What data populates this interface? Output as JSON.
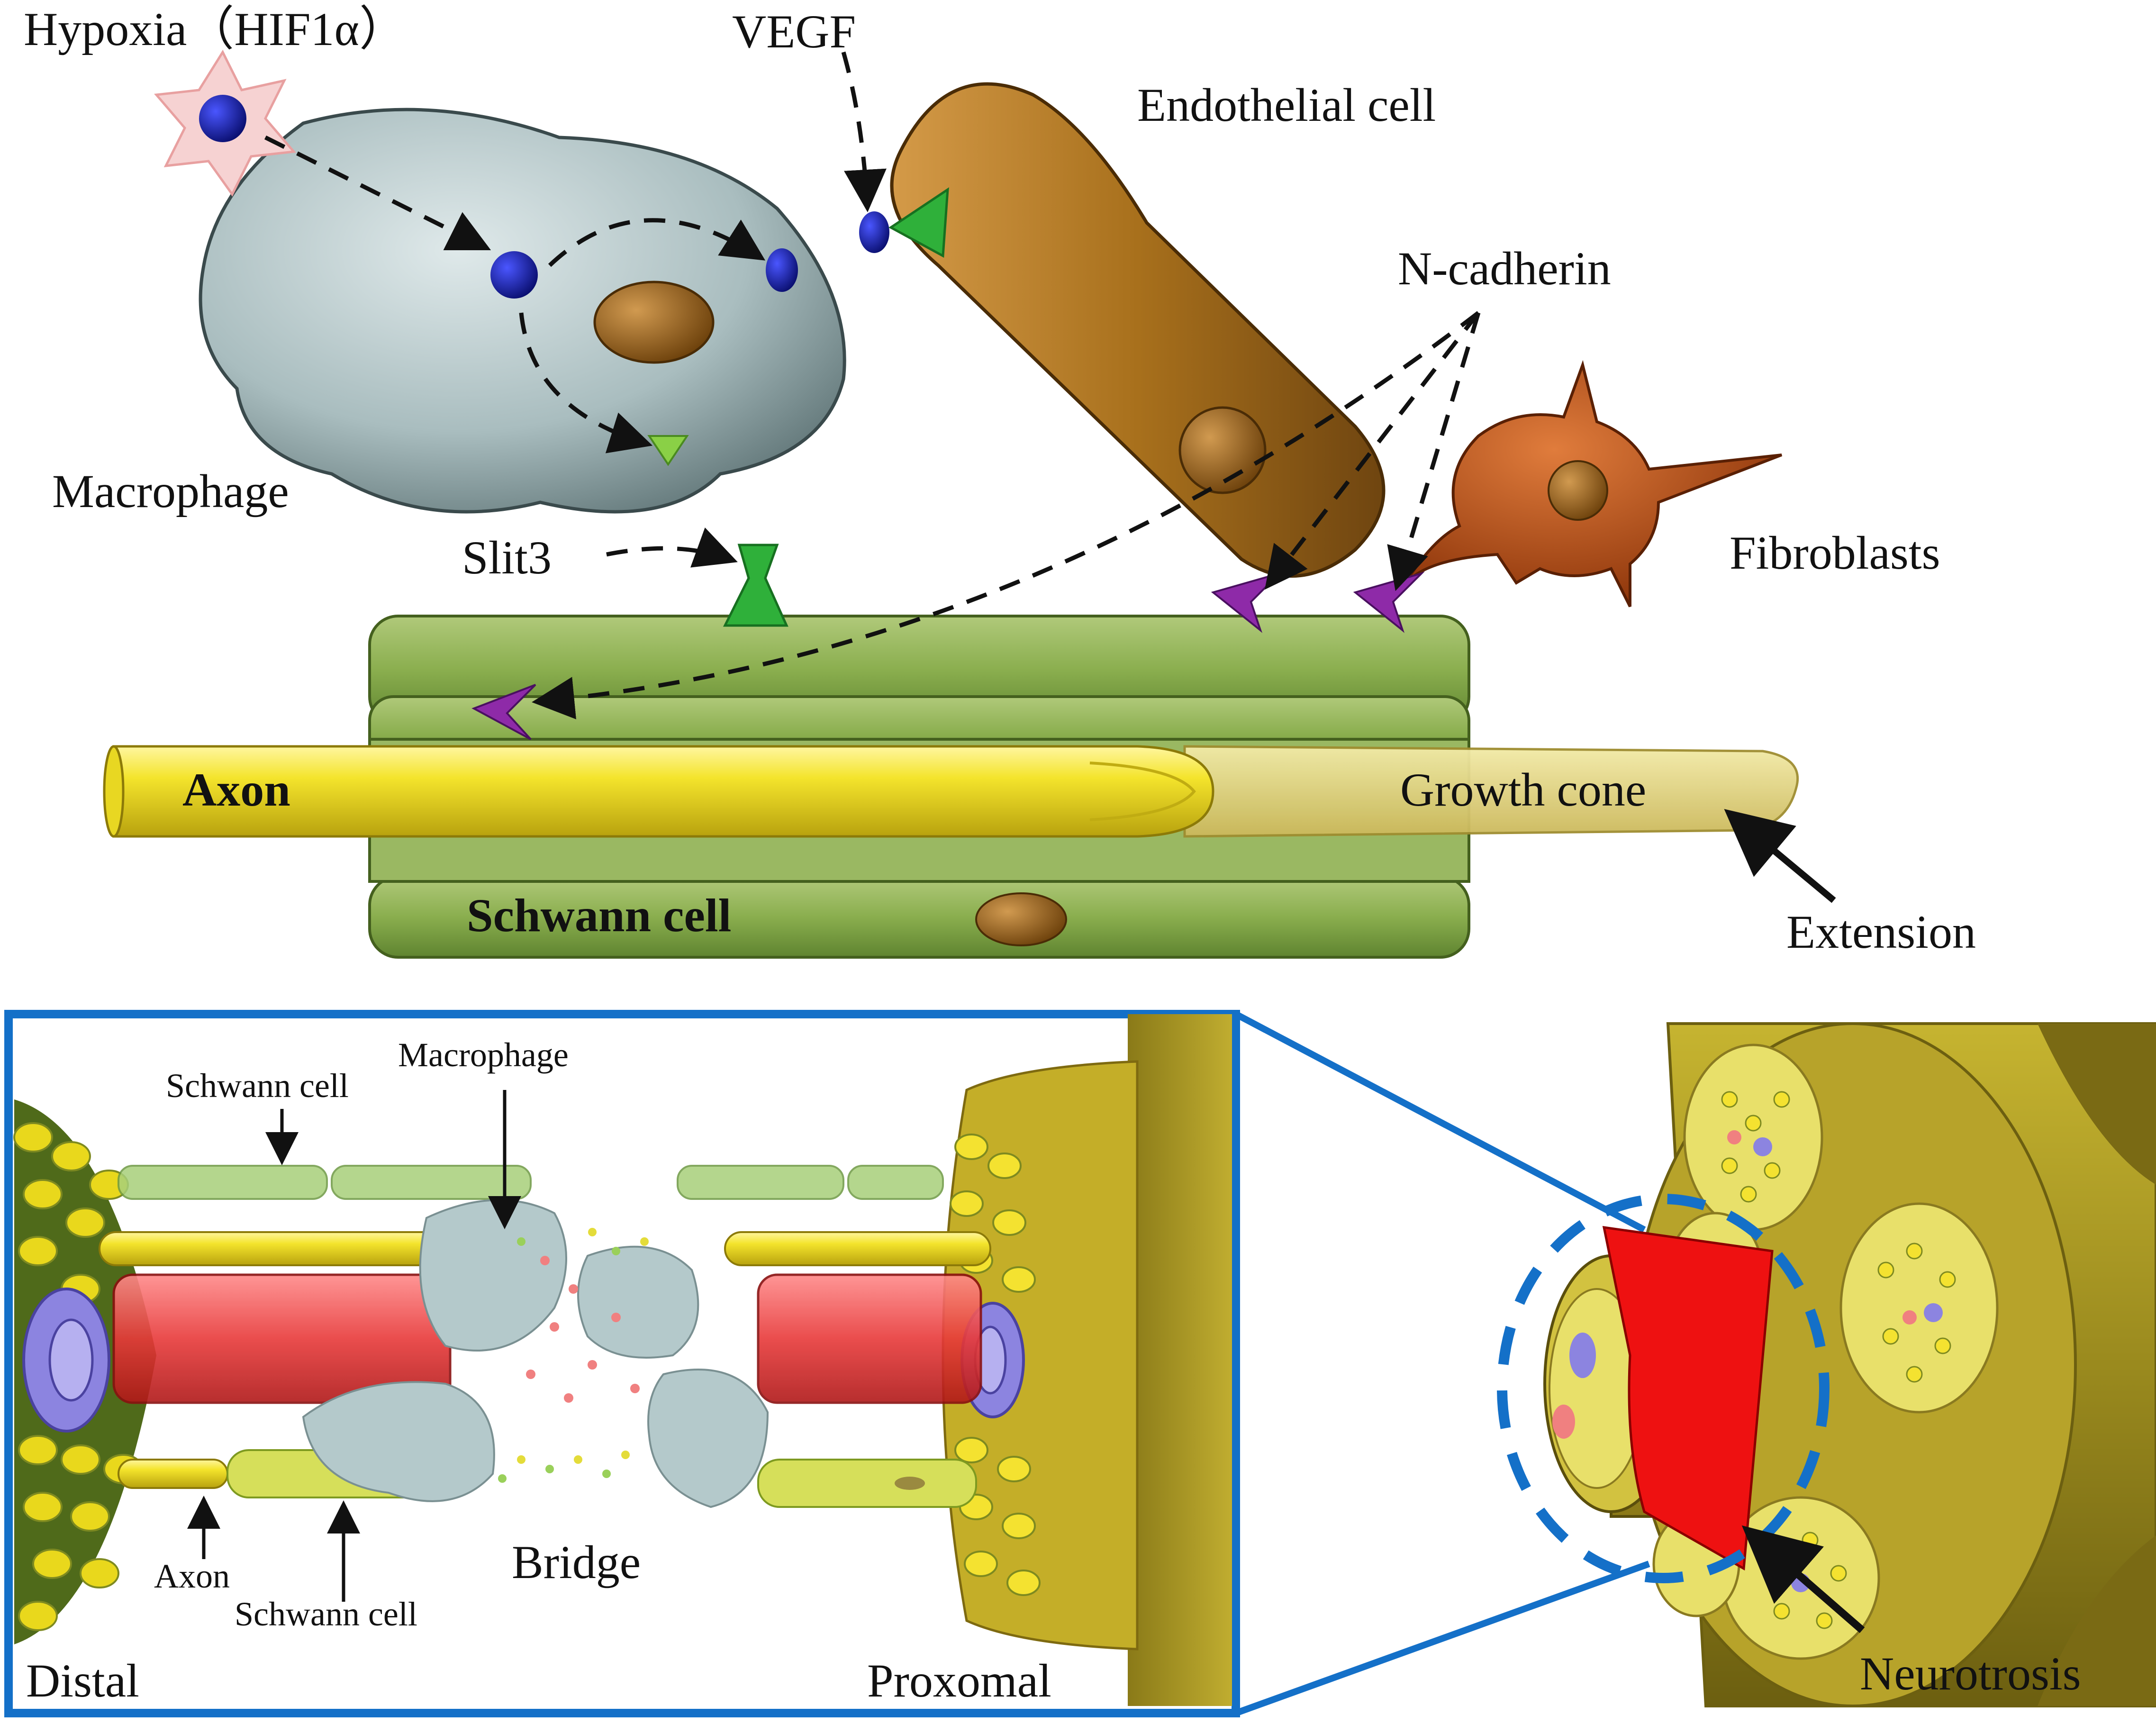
{
  "colors": {
    "axon": "#f2e22a",
    "schwann": "#8aae4e",
    "macrophage": "#a9bdbf",
    "endothelial": "#a8701c",
    "fibroblast": "#c0561a",
    "hif": "#1620b8",
    "vegf_receptor": "#2fb03a",
    "ncadherin": "#8e2aa8",
    "box_border": "#1470c8",
    "nerve_sheath": "#9a8a1e",
    "injury": "#ee1111"
  },
  "top": {
    "hypoxia": "Hypoxia（HIF1α）",
    "vegf": "VEGF",
    "endothelial": "Endothelial  cell",
    "ncadherin": "N-cadherin",
    "macrophage": "Macrophage",
    "fibroblasts": "Fibroblasts",
    "slit3": "Slit3",
    "axon": "Axon",
    "growth_cone": "Growth cone",
    "schwann": "Schwann cell",
    "extension": "Extension"
  },
  "inset": {
    "schwann_top": "Schwann cell",
    "macrophage": "Macrophage",
    "axon": "Axon",
    "schwann_bottom": "Schwann cell",
    "bridge": "Bridge",
    "distal": "Distal",
    "proximal": "Proxomal"
  },
  "nerve": {
    "neurotrosis": "Neurotrosis"
  }
}
